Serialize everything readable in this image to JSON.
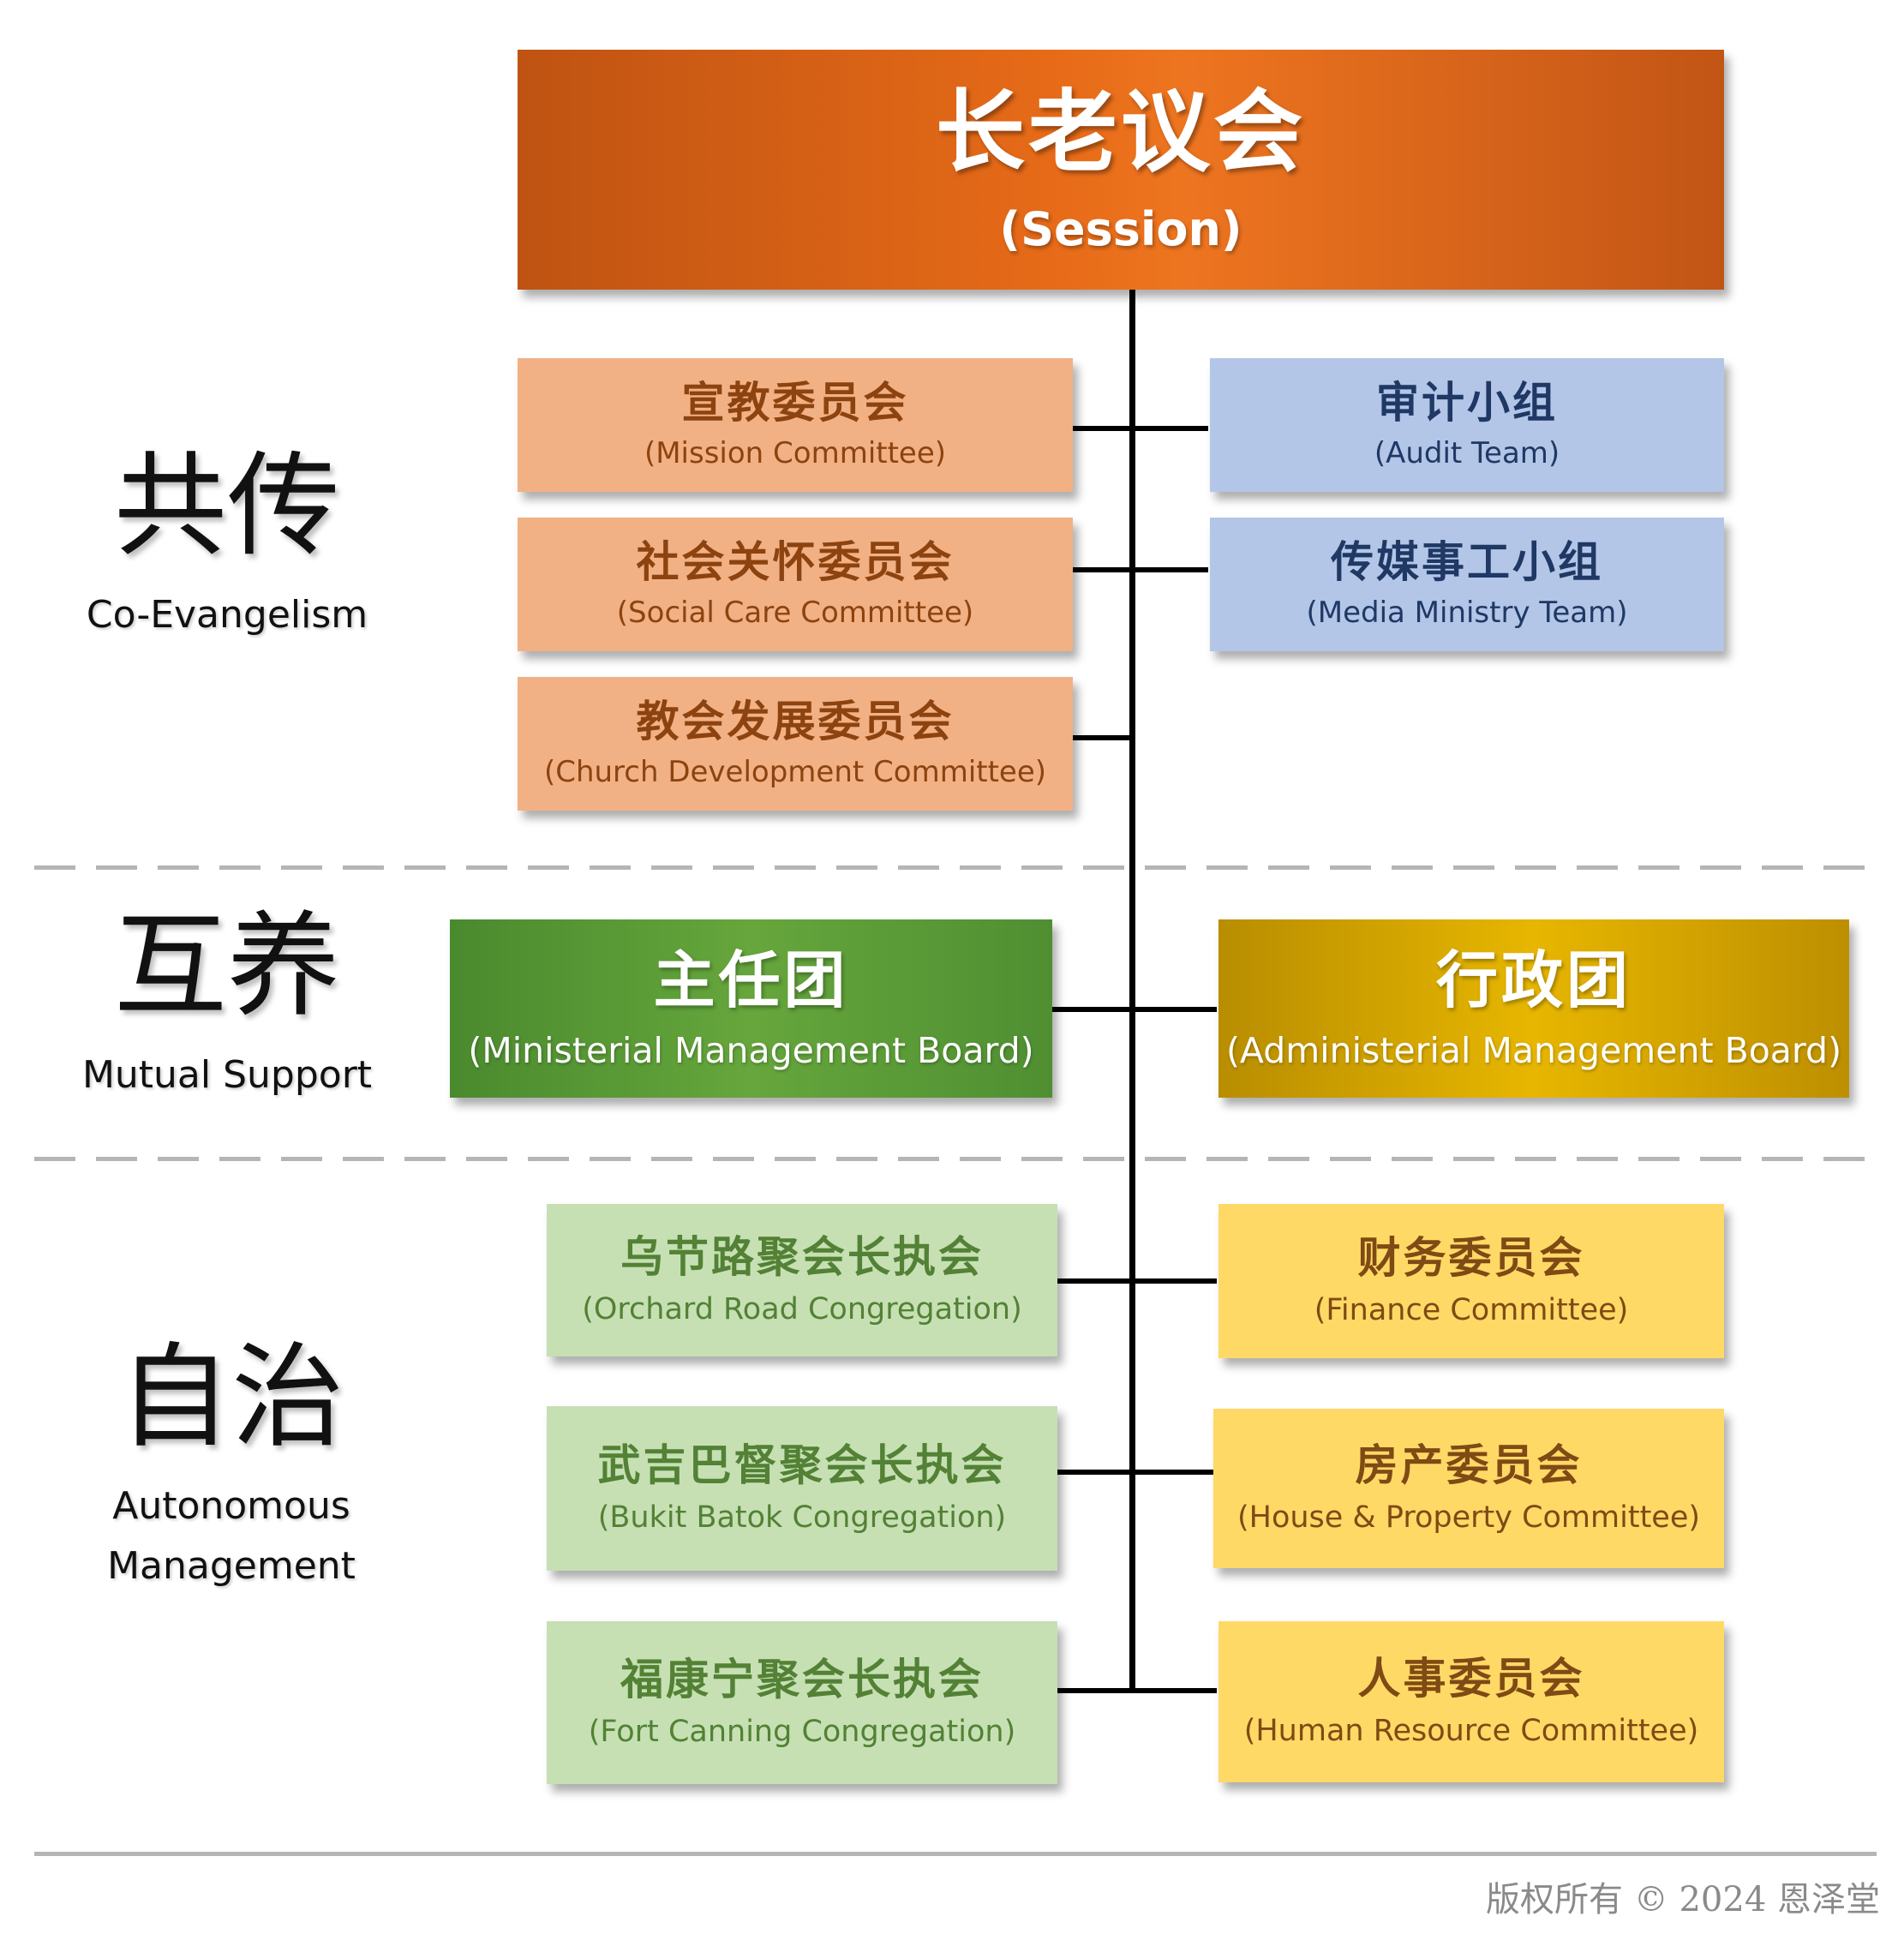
{
  "session": {
    "zh": "长老议会",
    "en": "(Session)"
  },
  "sections": {
    "coevangelism": {
      "zh": "共传",
      "en": "Co-Evangelism"
    },
    "mutual": {
      "zh": "互养",
      "en": "Mutual Support"
    },
    "autonomous": {
      "zh": "自治",
      "en_line1": "Autonomous",
      "en_line2": "Management"
    }
  },
  "committees": {
    "mission": {
      "zh": "宣教委员会",
      "en": "(Mission Committee)"
    },
    "social": {
      "zh": "社会关怀委员会",
      "en": "(Social Care Committee)"
    },
    "development": {
      "zh": "教会发展委员会",
      "en": "(Church Development Committee)"
    },
    "audit": {
      "zh": "审计小组",
      "en": "(Audit Team)"
    },
    "media": {
      "zh": "传媒事工小组",
      "en": "(Media Ministry Team)"
    }
  },
  "boards": {
    "ministerial": {
      "zh": "主任团",
      "en": "(Ministerial Management Board)"
    },
    "administerial": {
      "zh": "行政团",
      "en": "(Administerial Management Board)"
    }
  },
  "congregations": {
    "orchard": {
      "zh": "乌节路聚会长执会",
      "en": "(Orchard Road Congregation)"
    },
    "bukit": {
      "zh": "武吉巴督聚会长执会",
      "en": "(Bukit Batok Congregation)"
    },
    "fort": {
      "zh": "福康宁聚会长执会",
      "en": "(Fort Canning Congregation)"
    }
  },
  "admin_committees": {
    "finance": {
      "zh": "财务委员会",
      "en": "(Finance Committee)"
    },
    "house": {
      "zh": "房产委员会",
      "en": "(House & Property Committee)"
    },
    "hr": {
      "zh": "人事委员会",
      "en": "(Human Resource Committee)"
    }
  },
  "footer": "版权所有 © 2024 恩泽堂",
  "colors": {
    "session": "#e56a17",
    "peach": "#f2b184",
    "blue": "#b3c6e7",
    "green_dark": "#5c9b37",
    "gold_dark": "#d4a500",
    "light_green": "#c6e0b4",
    "yellow": "#ffd966"
  }
}
